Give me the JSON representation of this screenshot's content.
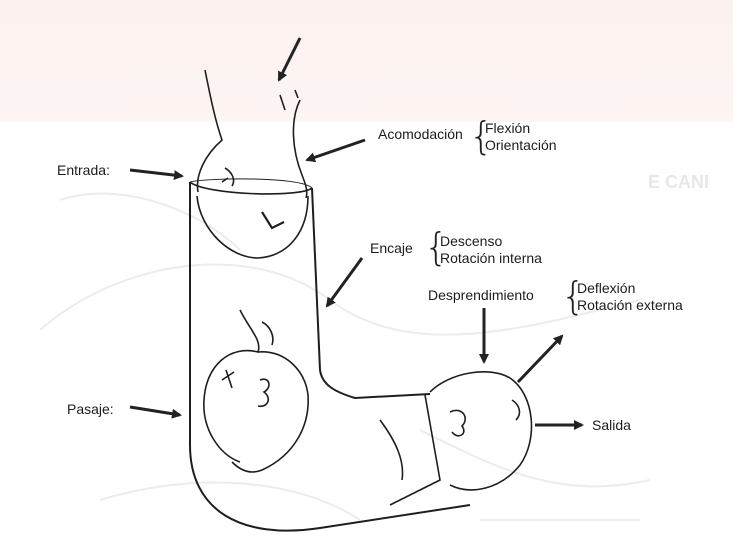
{
  "labels": {
    "entrada": "Entrada:",
    "pasaje": "Pasaje:",
    "salida": "Salida",
    "acomodacion": "Acomodación",
    "acomodacion_items": [
      "Flexión",
      "Orientación"
    ],
    "encaje": "Encaje",
    "encaje_items": [
      "Descenso",
      "Rotación interna"
    ],
    "desprendimiento": "Desprendimiento",
    "desprendimiento_items": [
      "Deflexión",
      "Rotación externa"
    ]
  },
  "colors": {
    "ink": "#1c1c1c",
    "tint": "#fbf1ee"
  }
}
